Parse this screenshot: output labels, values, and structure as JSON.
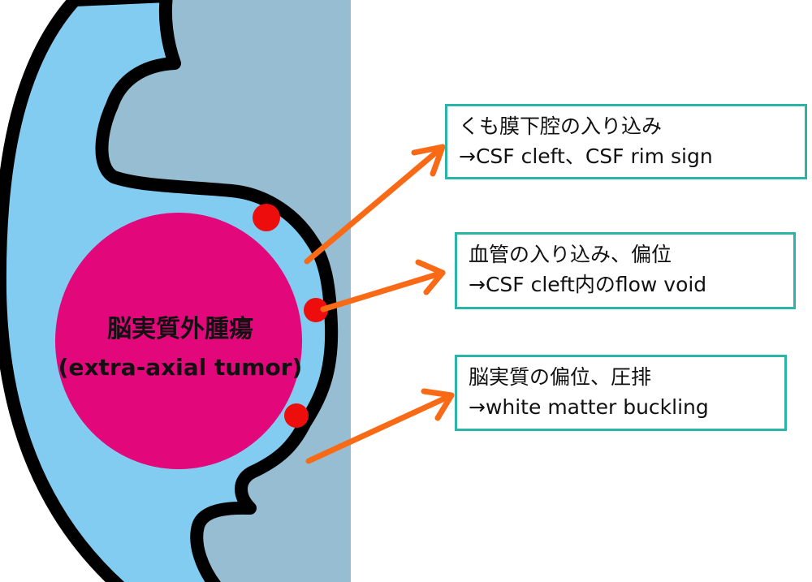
{
  "colors": {
    "brain_parenchyma": "#96bdd2",
    "csf_space": "#82ccf2",
    "tumor": "#e2077a",
    "vessel": "#ee0d0d",
    "arrow": "#f96a17",
    "box_border": "#2bb5a8",
    "outline": "#000000"
  },
  "tumor_label": {
    "line1": "脳実質外腫瘍",
    "line2": "(extra-axial tumor)"
  },
  "callouts": [
    {
      "line1": "くも膜下腔の入り込み",
      "line2": "→CSF cleft、CSF rim sign"
    },
    {
      "line1": "血管の入り込み、偏位",
      "line2": "→CSF cleft内のflow void"
    },
    {
      "line1": "脳実質の偏位、圧排",
      "line2": "→white matter buckling"
    }
  ]
}
